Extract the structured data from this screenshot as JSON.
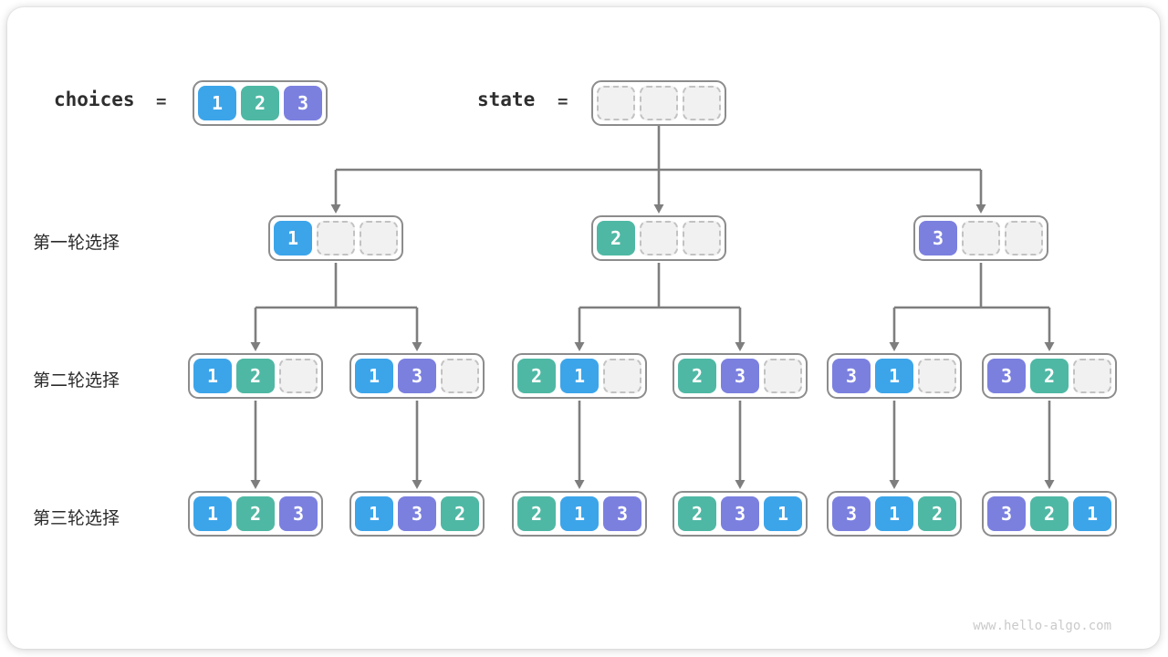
{
  "page": {
    "watermark": "www.hello-algo.com"
  },
  "header": {
    "choices_label": "choices",
    "equals_sign": "=",
    "state_label": "state",
    "choices_values": [
      1,
      2,
      3
    ],
    "state_values": [
      null,
      null,
      null
    ]
  },
  "colors": {
    "1": "#3ca5ea",
    "2": "#4fb8a4",
    "3": "#7b80df",
    "empty_fill": "#f1f1f1",
    "empty_border": "#c2c2c2",
    "container_border": "#8c8c8c",
    "connector": "#7e7e7e",
    "digit_text": "#ffffff"
  },
  "tree": {
    "levels": [
      {
        "label": "第一轮选择",
        "nodes": [
          [
            1,
            null,
            null
          ],
          [
            2,
            null,
            null
          ],
          [
            3,
            null,
            null
          ]
        ]
      },
      {
        "label": "第二轮选择",
        "nodes": [
          [
            1,
            2,
            null
          ],
          [
            1,
            3,
            null
          ],
          [
            2,
            1,
            null
          ],
          [
            2,
            3,
            null
          ],
          [
            3,
            1,
            null
          ],
          [
            3,
            2,
            null
          ]
        ]
      },
      {
        "label": "第三轮选择",
        "nodes": [
          [
            1,
            2,
            3
          ],
          [
            1,
            3,
            2
          ],
          [
            2,
            1,
            3
          ],
          [
            2,
            3,
            1
          ],
          [
            3,
            1,
            2
          ],
          [
            3,
            2,
            1
          ]
        ]
      }
    ]
  }
}
